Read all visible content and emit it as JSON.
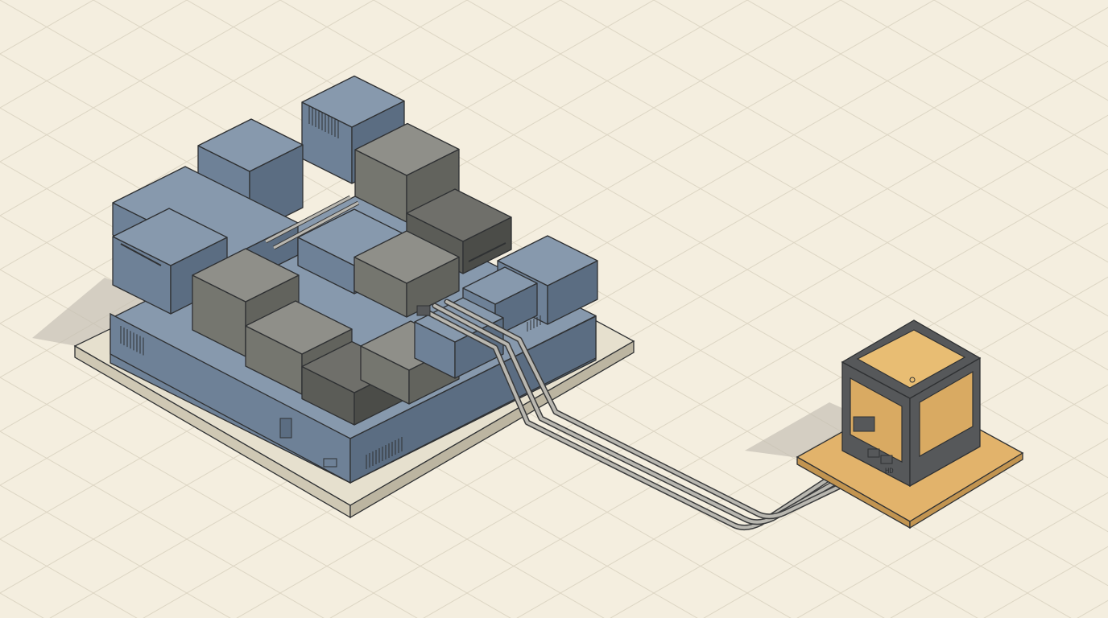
{
  "scene": {
    "style": "isometric technical illustration",
    "colors": {
      "background": "#f4eedf",
      "grid": "#ddd6c4",
      "shadow": "#c6c1b5",
      "base_top": "#e6e0ce",
      "base_left": "#cfc8b4",
      "base_right": "#bcb5a1",
      "outline": "#2f3133",
      "blue_top": "#8799ad",
      "blue_left": "#6e8197",
      "blue_right": "#5b6d82",
      "gray_top": "#8f8f89",
      "gray_left": "#75766f",
      "gray_right": "#62635d",
      "dark_top": "#6f6f6a",
      "dark_left": "#5b5c57",
      "dark_right": "#4b4c48",
      "gold_top": "#e8bd73",
      "gold_panel": "#d9aa62",
      "gold_base_top": "#e2b36b",
      "gold_base_side": "#c29450",
      "frame": "#56585a",
      "cable": "#b9b7b0",
      "cable_edge": "#3a3b3c"
    },
    "server_cluster": {
      "icon": "server-rack-cluster",
      "modules": [
        {
          "id": "m-tower-back",
          "color": "blue"
        },
        {
          "id": "m-tower-left",
          "color": "blue"
        },
        {
          "id": "m-tower-mid",
          "color": "gray"
        },
        {
          "id": "m-front-left",
          "color": "blue"
        },
        {
          "id": "m-front-mid",
          "color": "gray"
        },
        {
          "id": "m-center",
          "color": "gray"
        },
        {
          "id": "m-right-back",
          "color": "dark"
        },
        {
          "id": "m-right-front",
          "color": "blue"
        },
        {
          "id": "m-low-1",
          "color": "gray"
        },
        {
          "id": "m-low-2",
          "color": "dark"
        },
        {
          "id": "m-low-3",
          "color": "gray"
        }
      ]
    },
    "cable_run": {
      "icon": "cable-bundle",
      "strands": 3
    },
    "remote_unit": {
      "icon": "gold-server-cube",
      "port_label": "HD"
    }
  }
}
